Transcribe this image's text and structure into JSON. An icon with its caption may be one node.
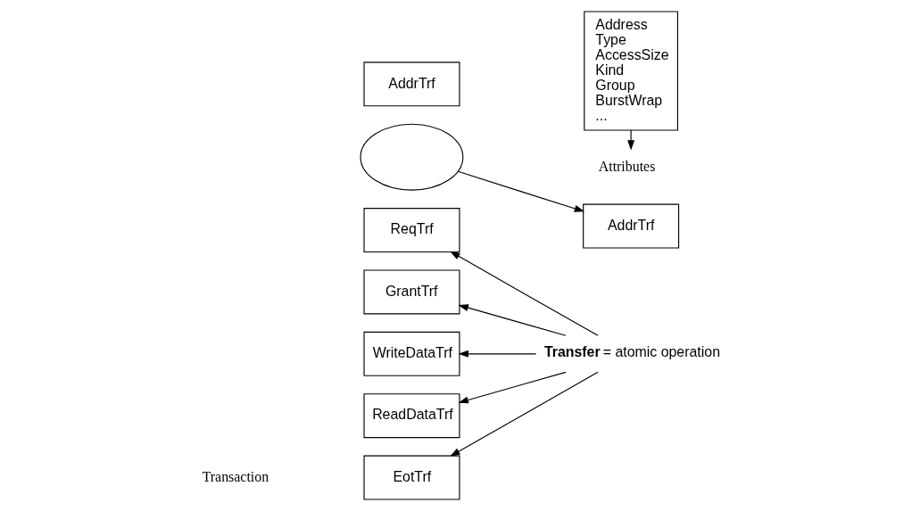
{
  "diagram": {
    "nodes": [
      {
        "text": [
          "**Transfer** = atomic operation"
        ]
      },
      {
        "text": [
          "ReqTrf"
        ]
      },
      {
        "text": [
          "GrantTrf"
        ]
      },
      {
        "text": [],
        "shape": "ellipse"
      },
      {
        "text": [
          "AddrTrf"
        ]
      },
      {
        "text": [
          "WriteDataTrf"
        ]
      },
      {
        "text": [
          "ReadDataTrf"
        ]
      },
      {
        "text": [
          "EotTrf"
        ]
      },
      {
        "text": [
          "AddrTrf"
        ]
      },
      {
        "text": [
          "Address",
          "Type",
          "AccessSize",
          "Kind",
          "Group",
          "BurstWrap",
          "..."
        ]
      },
      {
        "text": [
          "Attributes"
        ]
      }
    ],
    "edges": [
      {
        "from": 0,
        "to": 1,
        "arrow": "to"
      },
      {
        "from": 0,
        "to": 2,
        "arrow": "to"
      },
      {
        "from": 0,
        "to": 5,
        "arrow": "to"
      },
      {
        "from": 0,
        "to": 6,
        "arrow": "to"
      },
      {
        "from": 0,
        "to": 7,
        "arrow": "to"
      },
      {
        "from": 3,
        "to": 8,
        "arrow": "to"
      },
      {
        "from": 9,
        "to": 10,
        "arrow": "to"
      }
    ],
    "labels": [
      "Transaction"
    ]
  }
}
